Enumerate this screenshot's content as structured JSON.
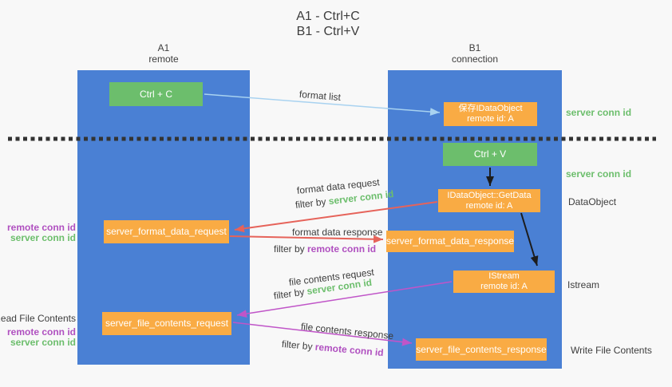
{
  "colors": {
    "background": "#f8f8f8",
    "column_blue": "#4a80d4",
    "green_box": "#6cbe6c",
    "orange_box": "#f9ab44",
    "box_text": "#ffffff",
    "text_dark": "#3d3d3d",
    "green_label": "#6cbe6c",
    "purple_label": "#b050c0",
    "blue_arrow": "#a8d2f0",
    "red_arrow": "#e6635a",
    "purple_arrow": "#c055c8",
    "black_arrow": "#1c1c1c",
    "dotted_line": "#333333"
  },
  "title": {
    "line1": "A1 - Ctrl+C",
    "line2": "B1 - Ctrl+V"
  },
  "columns": {
    "left": {
      "header_line1": "A1",
      "header_line2": "remote"
    },
    "right": {
      "header_line1": "B1",
      "header_line2": "connection"
    }
  },
  "boxes": {
    "ctrl_c": {
      "label": "Ctrl + C"
    },
    "save_dataobject": {
      "line1": "保存IDataObject",
      "line2": "remote id: A"
    },
    "ctrl_v": {
      "label": "Ctrl + V"
    },
    "getdata": {
      "line1": "IDataObject::GetData",
      "line2": "remote id: A"
    },
    "format_request": {
      "label": "server_format_data_request"
    },
    "format_response": {
      "label": "server_format_data_response"
    },
    "istream": {
      "line1": "IStream",
      "line2": "remote id: A"
    },
    "file_request": {
      "label": "server_file_contents_request"
    },
    "file_response": {
      "label": "server_file_contents_response"
    }
  },
  "flow_labels": {
    "format_list": "format list",
    "format_data_request": "format data request",
    "format_request_filter_prefix": "filter by ",
    "format_request_filter_id": "server conn id",
    "format_data_response": "format data response",
    "format_response_filter_prefix": "filter by ",
    "format_response_filter_id": "remote conn id",
    "file_contents_request": "file contents request",
    "file_request_filter_prefix": "filter by ",
    "file_request_filter_id": "server conn id",
    "file_contents_response": "file contents response",
    "file_response_filter_prefix": "filter by ",
    "file_response_filter_id": "remote conn id"
  },
  "right_labels": {
    "server_conn_id_top": "server conn id",
    "server_conn_id_mid": "server conn id",
    "dataobject": "DataObject",
    "istream": "Istream",
    "write_file_contents": "Write File Contents"
  },
  "left_labels": {
    "remote_conn_id_top": "remote conn id",
    "server_conn_id_top": "server conn id",
    "read_file_contents": "Read File Contents",
    "remote_conn_id_bottom": "remote conn id",
    "server_conn_id_bottom": "server conn id"
  }
}
